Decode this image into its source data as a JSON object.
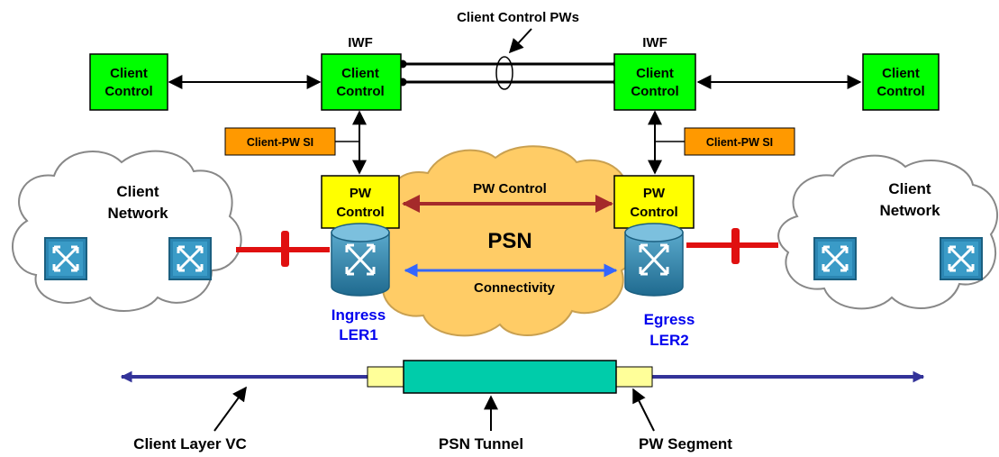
{
  "title": "Client Control PWs",
  "iwf_label_left": "IWF",
  "iwf_label_right": "IWF",
  "client_control_left": [
    "Client",
    "Control"
  ],
  "client_control_iwf_left": [
    "Client",
    "Control"
  ],
  "client_control_iwf_right": [
    "Client",
    "Control"
  ],
  "client_control_right": [
    "Client",
    "Control"
  ],
  "si_left": "Client-PW SI",
  "si_right": "Client-PW SI",
  "pw_control_left": [
    "PW",
    "Control"
  ],
  "pw_control_right": [
    "PW",
    "Control"
  ],
  "pw_control_link": "PW Control",
  "psn": "PSN",
  "connectivity": "Connectivity",
  "client_network_left": [
    "Client",
    "Network"
  ],
  "client_network_right": [
    "Client",
    "Network"
  ],
  "ingress": [
    "Ingress",
    "LER1"
  ],
  "egress": [
    "Egress",
    "LER2"
  ],
  "client_layer_vc": "Client Layer VC",
  "psn_tunnel": "PSN Tunnel",
  "pw_segment": "PW Segment",
  "colors": {
    "client_control": "#00ff00",
    "pw_control": "#ffff00",
    "si": "#ff9900",
    "psn_cloud": "#ffcc66",
    "tunnel": "#00ccaa",
    "segment": "#ffff99",
    "vc_line": "#333399",
    "pw_control_link": "#a52a2a",
    "connectivity_link": "#3366ff",
    "attachment": "#e01010",
    "ler_label": "#0000ee"
  }
}
